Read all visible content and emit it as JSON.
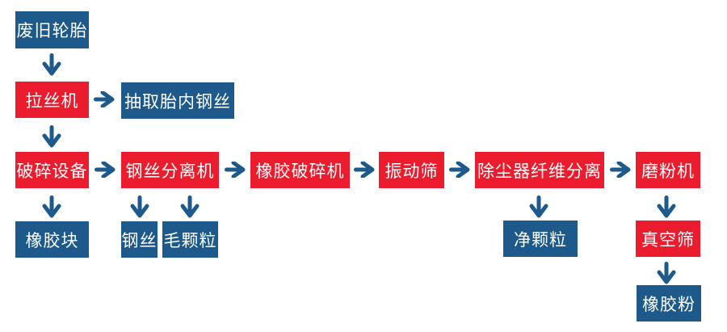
{
  "colors": {
    "process": "#eb1c2d",
    "material": "#1d5a8b",
    "arrow": "#1d5a8b",
    "background": "#ffffff"
  },
  "nodes": {
    "waste_tires": {
      "label": "废旧轮胎",
      "kind": "material"
    },
    "wire_drawing_machine": {
      "label": "拉丝机",
      "kind": "process"
    },
    "extract_tire_steel_wire": {
      "label": "抽取胎内钢丝",
      "kind": "material"
    },
    "crushing_equipment": {
      "label": "破碎设备",
      "kind": "process"
    },
    "steel_wire_separator": {
      "label": "钢丝分离机",
      "kind": "process"
    },
    "rubber_crusher": {
      "label": "橡胶破碎机",
      "kind": "process"
    },
    "vibrating_screen": {
      "label": "振动筛",
      "kind": "process"
    },
    "dust_collector_fiber_separation": {
      "label": "除尘器纤维分离",
      "kind": "process"
    },
    "grinding_machine": {
      "label": "磨粉机",
      "kind": "process"
    },
    "rubber_block": {
      "label": "橡胶块",
      "kind": "material"
    },
    "steel_wire": {
      "label": "钢丝",
      "kind": "material"
    },
    "rough_granules": {
      "label": "毛颗粒",
      "kind": "material"
    },
    "clean_granules": {
      "label": "净颗粒",
      "kind": "material"
    },
    "vacuum_screen": {
      "label": "真空筛",
      "kind": "process"
    },
    "rubber_powder": {
      "label": "橡胶粉",
      "kind": "material"
    }
  },
  "edges": [
    {
      "from": "waste_tires",
      "to": "wire_drawing_machine",
      "direction": "down"
    },
    {
      "from": "wire_drawing_machine",
      "to": "extract_tire_steel_wire",
      "direction": "right"
    },
    {
      "from": "wire_drawing_machine",
      "to": "crushing_equipment",
      "direction": "down"
    },
    {
      "from": "crushing_equipment",
      "to": "rubber_block",
      "direction": "down"
    },
    {
      "from": "crushing_equipment",
      "to": "steel_wire_separator",
      "direction": "right"
    },
    {
      "from": "steel_wire_separator",
      "to": "steel_wire",
      "direction": "down"
    },
    {
      "from": "steel_wire_separator",
      "to": "rough_granules",
      "direction": "down"
    },
    {
      "from": "steel_wire_separator",
      "to": "rubber_crusher",
      "direction": "right"
    },
    {
      "from": "rubber_crusher",
      "to": "vibrating_screen",
      "direction": "right"
    },
    {
      "from": "vibrating_screen",
      "to": "dust_collector_fiber_separation",
      "direction": "right"
    },
    {
      "from": "dust_collector_fiber_separation",
      "to": "clean_granules",
      "direction": "down"
    },
    {
      "from": "dust_collector_fiber_separation",
      "to": "grinding_machine",
      "direction": "right"
    },
    {
      "from": "grinding_machine",
      "to": "vacuum_screen",
      "direction": "down"
    },
    {
      "from": "vacuum_screen",
      "to": "rubber_powder",
      "direction": "down"
    }
  ]
}
